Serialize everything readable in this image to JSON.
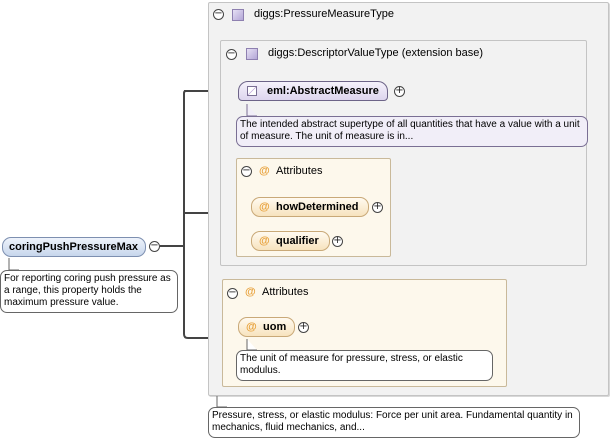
{
  "colors": {
    "attributes_panel_bg": "#fdf8ec",
    "extension_panel_bg": "#f2f2f2",
    "element_pill": "#ddd5ee",
    "attribute_pill": "#f7e3be",
    "main_element_pill": "#c7d6ec",
    "attribute_icon": "#e8a13a"
  },
  "root_element": {
    "name": "coringPushPressureMax",
    "documentation": "For reporting coring push pressure as a range, this property holds the maximum pressure value."
  },
  "type": {
    "name": "diggs:PressureMeasureType",
    "documentation": "Pressure, stress, or elastic modulus: Force per unit area. Fundamental quantity in mechanics, fluid mechanics, and...",
    "base": {
      "name": "diggs:DescriptorValueType (extension base)",
      "element": {
        "name": "eml:AbstractMeasure",
        "documentation": "The intended abstract supertype of all quantities that have a value with a unit of measure. The unit of measure is in..."
      },
      "attributes": {
        "label": "Attributes",
        "items": [
          {
            "name": "howDetermined"
          },
          {
            "name": "qualifier"
          }
        ]
      }
    },
    "attributes": {
      "label": "Attributes",
      "items": [
        {
          "name": "uom",
          "documentation": "The unit of measure for pressure, stress, or elastic modulus."
        }
      ]
    }
  },
  "icons": {
    "collapse": "collapse-circle-icon",
    "expand": "expand-circle-icon",
    "type": "complex-type-icon",
    "attribute": "attribute-at-icon",
    "abstract": "abstract-element-icon"
  },
  "glyphs": {
    "collapse": "−",
    "expand": "+",
    "at": "@"
  }
}
